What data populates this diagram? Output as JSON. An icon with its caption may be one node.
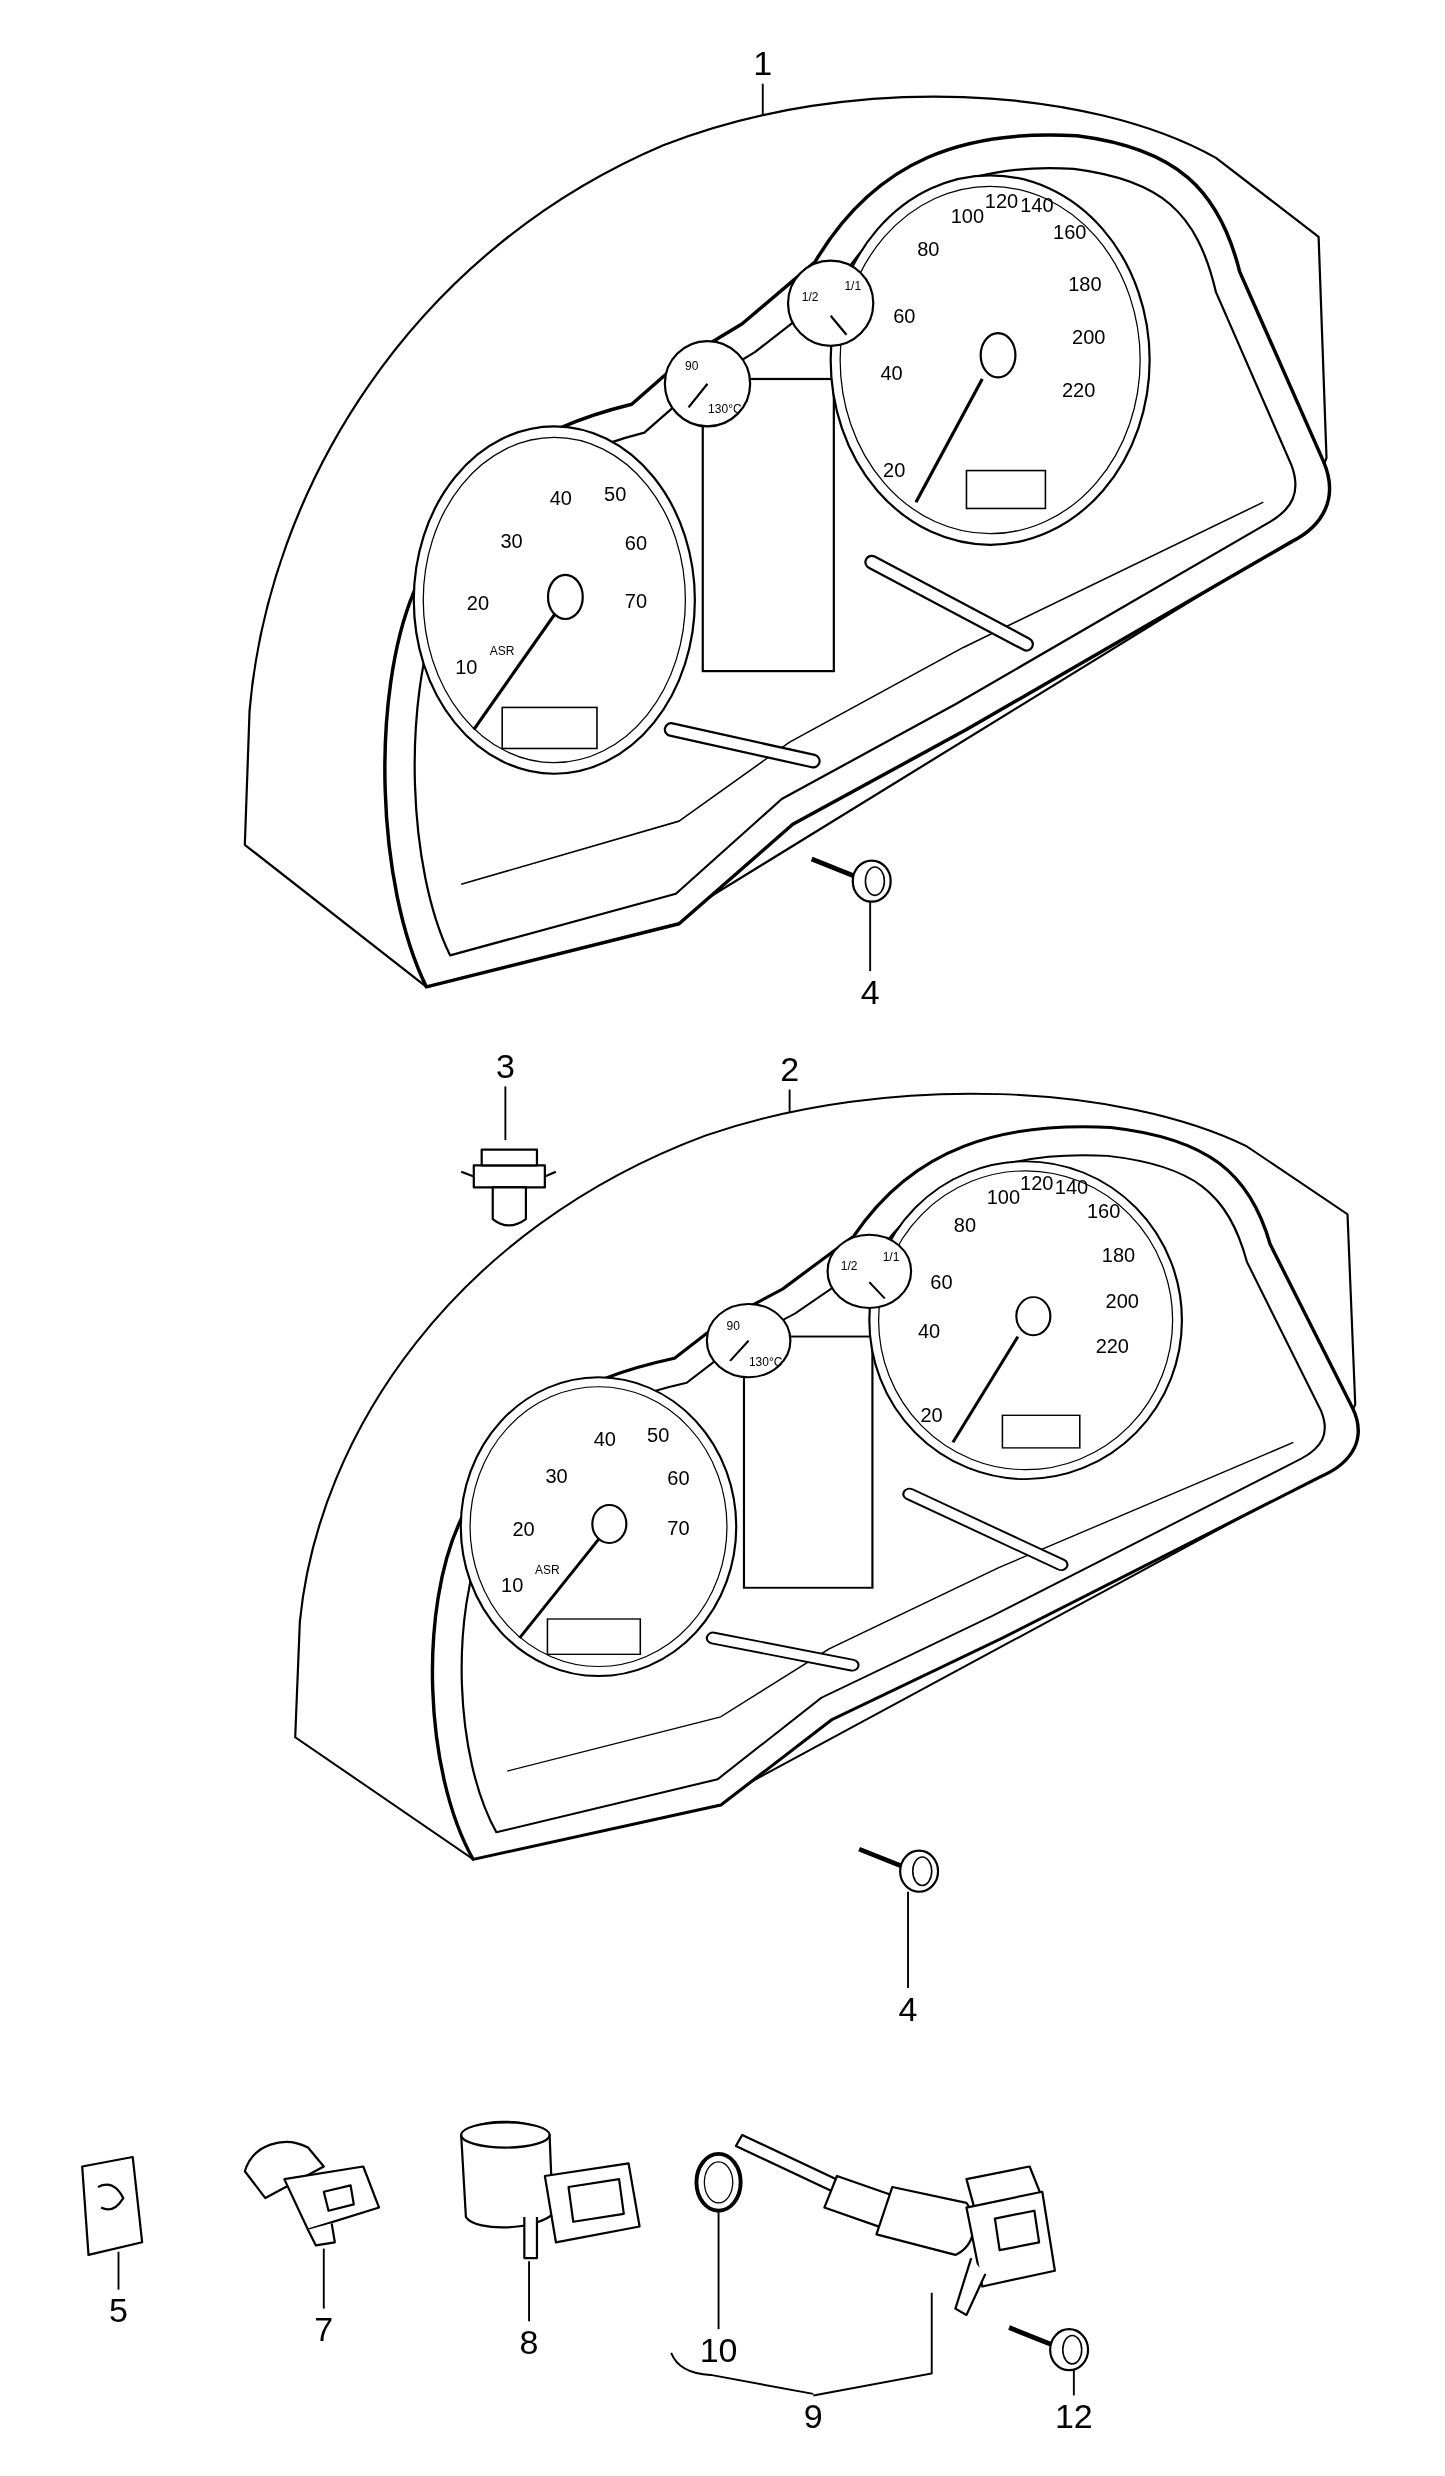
{
  "diagram": {
    "nodes": [
      {
        "text": [
          "1"
        ]
      },
      {
        "text": [],
        "shape": "picture"
      },
      {
        "text": [
          "4"
        ]
      },
      {
        "text": [],
        "shape": "picture"
      },
      {
        "text": [
          "3"
        ]
      },
      {
        "text": [],
        "shape": "picture"
      },
      {
        "text": [
          "2"
        ]
      },
      {
        "text": [],
        "shape": "picture"
      },
      {
        "text": [
          "4"
        ]
      },
      {
        "text": [],
        "shape": "picture"
      },
      {
        "text": [
          "5"
        ]
      },
      {
        "text": [],
        "shape": "picture"
      },
      {
        "text": [
          "7"
        ]
      },
      {
        "text": [],
        "shape": "picture"
      },
      {
        "text": [
          "8"
        ]
      },
      {
        "text": [],
        "shape": "picture"
      },
      {
        "text": [
          "10"
        ]
      },
      {
        "text": [],
        "shape": "picture"
      },
      {
        "text": [
          "9"
        ]
      },
      {
        "text": [],
        "shape": "picture"
      },
      {
        "text": [
          "12"
        ]
      },
      {
        "text": [],
        "shape": "picture"
      }
    ],
    "edges": [
      {
        "from": 0,
        "to": 1,
        "arrow": "none"
      },
      {
        "from": 2,
        "to": 3,
        "arrow": "none"
      },
      {
        "from": 4,
        "to": 5,
        "arrow": "none"
      },
      {
        "from": 6,
        "to": 7,
        "arrow": "none"
      },
      {
        "from": 8,
        "to": 9,
        "arrow": "none"
      },
      {
        "from": 10,
        "to": 11,
        "arrow": "none"
      },
      {
        "from": 12,
        "to": 13,
        "arrow": "none"
      },
      {
        "from": 14,
        "to": 15,
        "arrow": "none"
      },
      {
        "from": 16,
        "to": 17,
        "arrow": "none"
      },
      {
        "from": 18,
        "to": 19,
        "arrow": "none"
      },
      {
        "from": 20,
        "to": 21,
        "arrow": "none"
      }
    ],
    "labels": [
      "90",
      "130°C",
      "1/2",
      "1/1",
      "20",
      "40",
      "60",
      "80",
      "100",
      "120",
      "140",
      "160",
      "180",
      "200",
      "220",
      "10",
      "20",
      "30",
      "40",
      "50",
      "60",
      "70",
      "ASR",
      "90",
      "130°C",
      "1/2",
      "1/1",
      "20",
      "40",
      "60",
      "80",
      "100",
      "120",
      "140",
      "160",
      "180",
      "200",
      "220",
      "10",
      "20",
      "30",
      "40",
      "50",
      "60",
      "70",
      "ASR"
    ]
  }
}
